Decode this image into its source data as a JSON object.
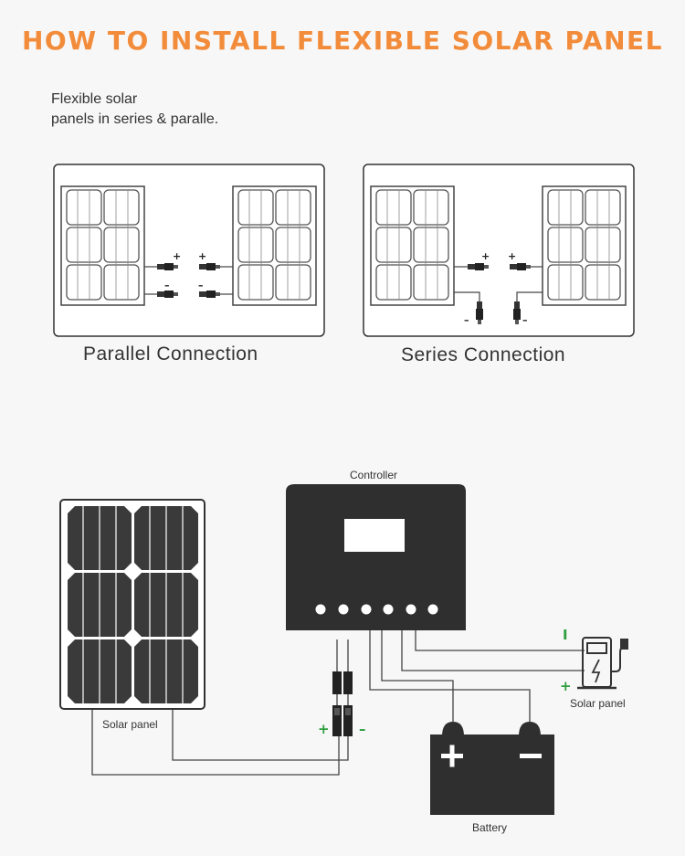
{
  "title": "HOW TO INSTALL FLEXIBLE SOLAR PANEL",
  "intro": {
    "line1": "Flexible solar",
    "line2": "panels in series & paralle."
  },
  "labels": {
    "parallel": "Parallel Connection",
    "series": "Series Connection",
    "controller": "Controller",
    "solar_panel_left": "Solar panel",
    "solar_panel_right": "Solar panel",
    "battery": "Battery"
  },
  "signs": {
    "plus": "+",
    "minus": "–",
    "bar": "I"
  },
  "colors": {
    "title": "#f28c3a",
    "dark": "#333333",
    "green": "#2e9e3e",
    "line": "#444444"
  }
}
